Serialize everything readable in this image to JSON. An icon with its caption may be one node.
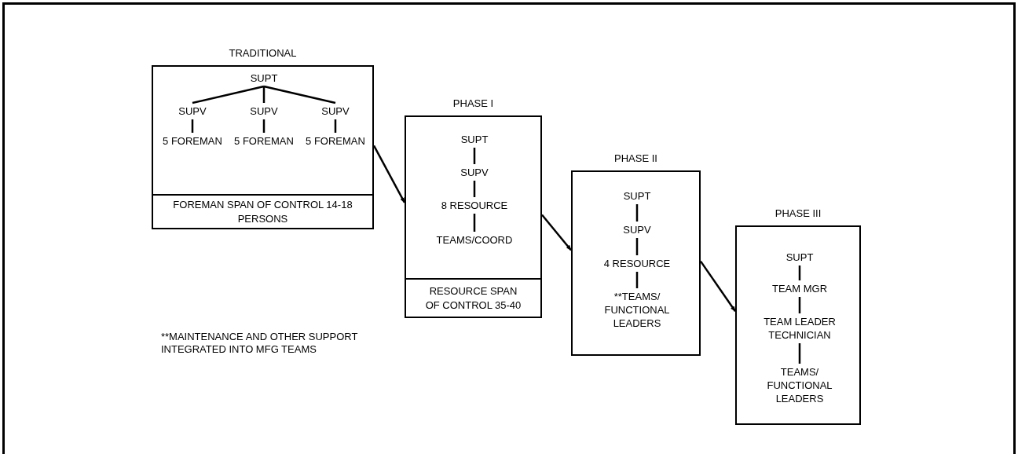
{
  "diagram": {
    "nodes": [
      {
        "text": [
          "TRADITIONAL"
        ]
      },
      {
        "text": [
          "SUPT"
        ],
        "in": 0
      },
      {
        "text": [
          "SUPV"
        ],
        "in": 0
      },
      {
        "text": [
          "SUPV"
        ],
        "in": 0
      },
      {
        "text": [
          "SUPV"
        ],
        "in": 0
      },
      {
        "text": [
          "5 FOREMAN"
        ],
        "in": 0
      },
      {
        "text": [
          "5 FOREMAN"
        ],
        "in": 0
      },
      {
        "text": [
          "5 FOREMAN"
        ],
        "in": 0
      },
      {
        "text": [
          "FOREMAN SPAN OF CONTROL 14-18 PERSONS"
        ],
        "in": 0
      },
      {
        "text": [
          "PHASE I"
        ]
      },
      {
        "text": [
          "SUPT"
        ],
        "in": 9
      },
      {
        "text": [
          "SUPV"
        ],
        "in": 9
      },
      {
        "text": [
          "8 RESOURCE"
        ],
        "in": 9
      },
      {
        "text": [
          "TEAMS/COORD"
        ],
        "in": 9
      },
      {
        "text": [
          "RESOURCE SPAN OF CONTROL 35-40"
        ],
        "in": 9
      },
      {
        "text": [
          "PHASE II"
        ]
      },
      {
        "text": [
          "SUPT"
        ],
        "in": 15
      },
      {
        "text": [
          "SUPV"
        ],
        "in": 15
      },
      {
        "text": [
          "4 RESOURCE"
        ],
        "in": 15
      },
      {
        "text": [
          "**TEAMS/ FUNCTIONAL LEADERS"
        ],
        "in": 15
      },
      {
        "text": [
          "PHASE III"
        ]
      },
      {
        "text": [
          "SUPT"
        ],
        "in": 20
      },
      {
        "text": [
          "TEAM MGR"
        ],
        "in": 20
      },
      {
        "text": [
          "TEAM LEADER TECHNICIAN"
        ],
        "in": 20
      },
      {
        "text": [
          "TEAMS/ FUNCTIONAL LEADERS"
        ],
        "in": 20
      }
    ],
    "edges": [
      {
        "from": 1,
        "to": 2,
        "arrow": "none"
      },
      {
        "from": 1,
        "to": 3,
        "arrow": "none"
      },
      {
        "from": 1,
        "to": 4,
        "arrow": "none"
      },
      {
        "from": 2,
        "to": 5,
        "arrow": "none"
      },
      {
        "from": 3,
        "to": 6,
        "arrow": "none"
      },
      {
        "from": 4,
        "to": 7,
        "arrow": "none"
      },
      {
        "from": 10,
        "to": 11,
        "arrow": "none"
      },
      {
        "from": 11,
        "to": 12,
        "arrow": "none"
      },
      {
        "from": 12,
        "to": 13,
        "arrow": "none"
      },
      {
        "from": 16,
        "to": 17,
        "arrow": "none"
      },
      {
        "from": 17,
        "to": 18,
        "arrow": "none"
      },
      {
        "from": 18,
        "to": 19,
        "arrow": "none"
      },
      {
        "from": 21,
        "to": 22,
        "arrow": "none"
      },
      {
        "from": 22,
        "to": 23,
        "arrow": "none"
      },
      {
        "from": 23,
        "to": 24,
        "arrow": "none"
      },
      {
        "from": 0,
        "to": 9,
        "arrow": "to"
      },
      {
        "from": 9,
        "to": 15,
        "arrow": "to"
      },
      {
        "from": 15,
        "to": 20,
        "arrow": "to"
      }
    ],
    "labels": [
      "**MAINTENANCE AND OTHER SUPPORT INTEGRATED INTO MFG TEAMS"
    ]
  }
}
